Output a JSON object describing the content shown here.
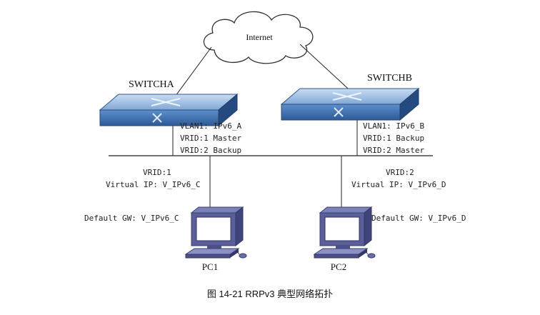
{
  "internet": {
    "label": "Internet"
  },
  "switch_a": {
    "name": "SWITCHA",
    "info": [
      "VLAN1: IPv6_A",
      "VRID:1 Master",
      "VRID:2 Backup"
    ]
  },
  "switch_b": {
    "name": "SWITCHB",
    "info": [
      "VLAN1: IPv6_B",
      "VRID:1 Backup",
      "VRID:2 Master"
    ]
  },
  "vrid1": {
    "line1": "VRID:1",
    "line2": "Virtual IP: V_IPv6_C"
  },
  "vrid2": {
    "line1": "VRID:2",
    "line2": "Virtual IP: V_IPv6_D"
  },
  "pc1": {
    "name": "PC1",
    "gateway": "Default GW: V_IPv6_C"
  },
  "pc2": {
    "name": "PC2",
    "gateway": "Default GW: V_IPv6_D"
  },
  "caption": "图 14-21 RRPv3 典型网络拓扑",
  "colors": {
    "switch_top": "#9fc1e6",
    "switch_front": "#3a6aa8",
    "switch_side": "#284f86",
    "pc_body": "#5a5f99",
    "pc_screen": "#ffffff"
  }
}
